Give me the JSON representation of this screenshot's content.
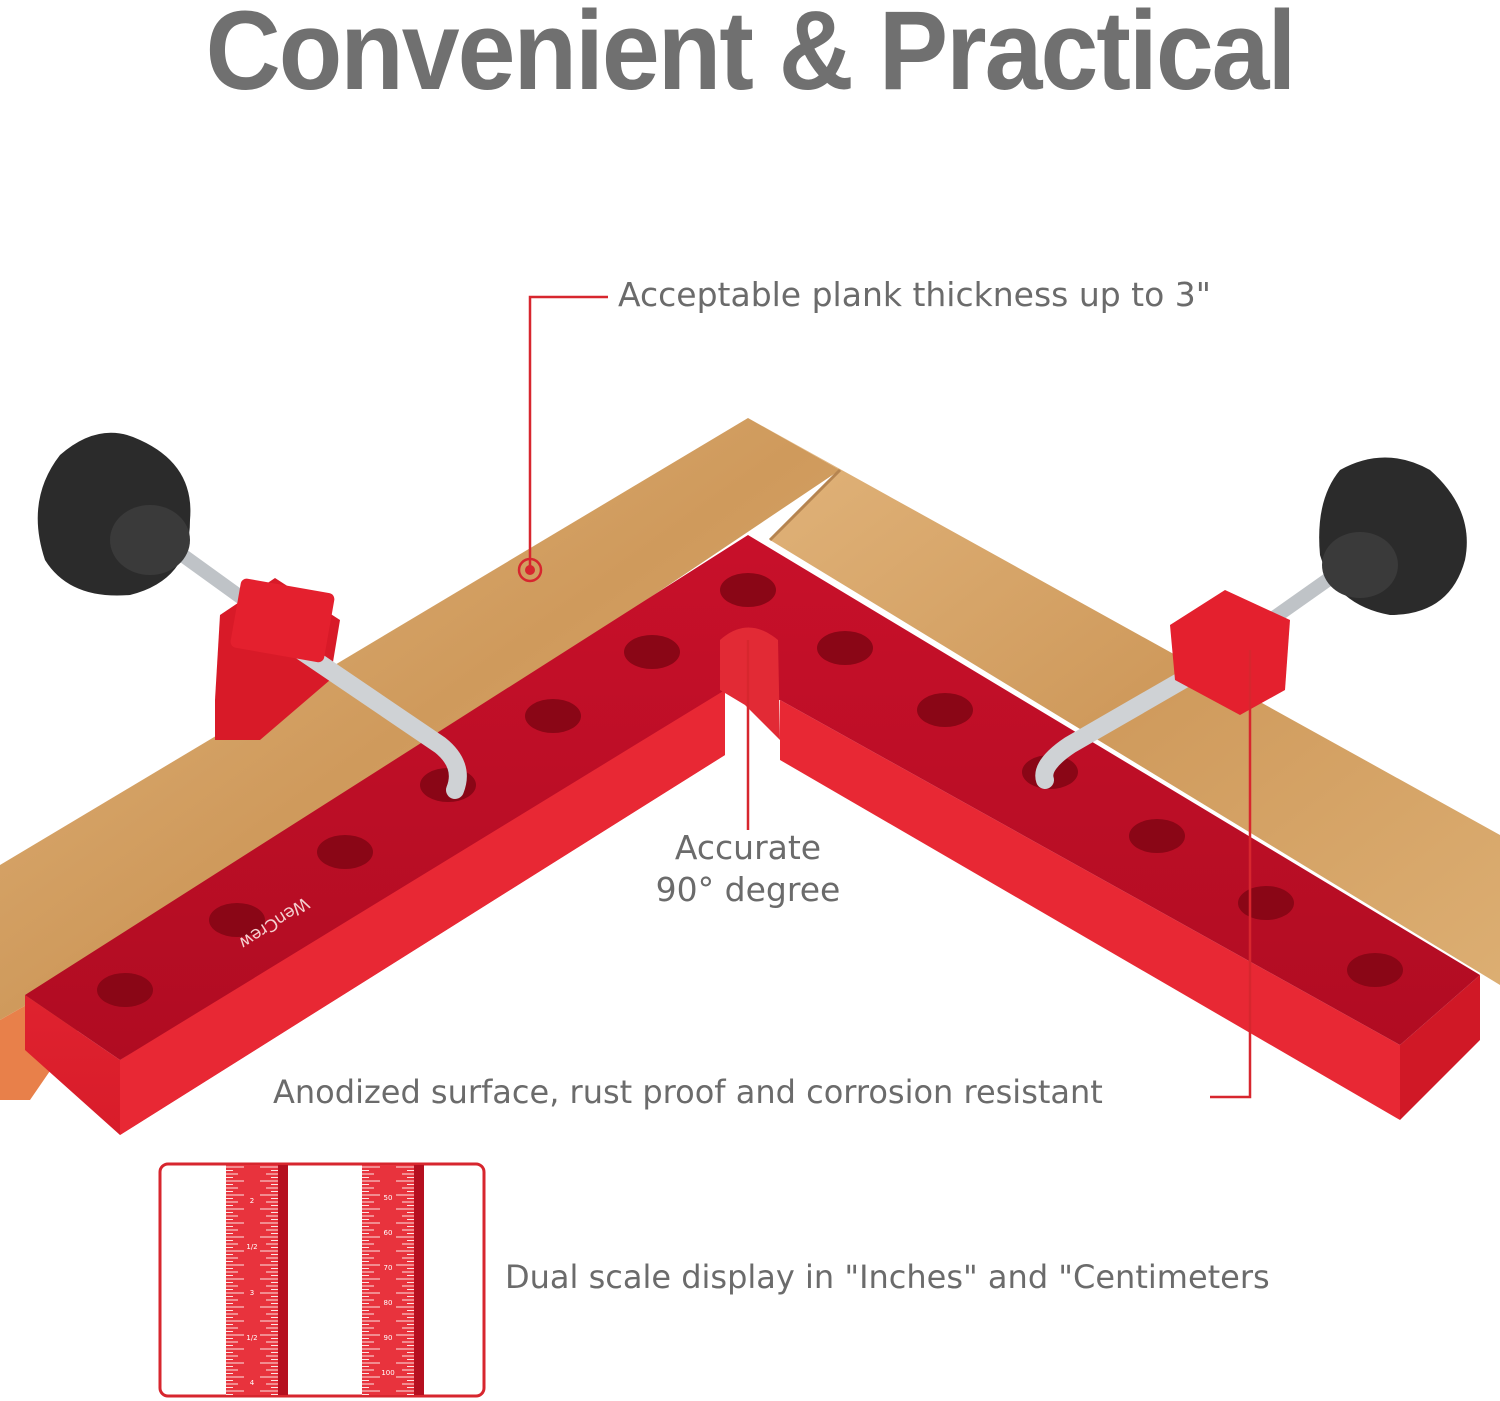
{
  "title": "Convenient & Practical",
  "callouts": {
    "plank": "Acceptable plank thickness up to 3\"",
    "accurate_line1": "Accurate",
    "accurate_line2": "90° degree",
    "anodized": "Anodized surface, rust proof and corrosion resistant",
    "dual_scale": "Dual scale display in \"Inches\" and \"Centimeters"
  },
  "brand_mark": "WenCrew",
  "scale_inset": {
    "inch_labels": [
      "2",
      "1/2",
      "3",
      "1/2",
      "4"
    ],
    "cm_labels": [
      "50",
      "60",
      "70",
      "80",
      "90",
      "100"
    ]
  },
  "colors": {
    "accent": "#d7262e",
    "bracket": "#e0202c",
    "wood": "#d9a86a",
    "text": "#6b6b6b",
    "knob": "#2b2b2b"
  }
}
